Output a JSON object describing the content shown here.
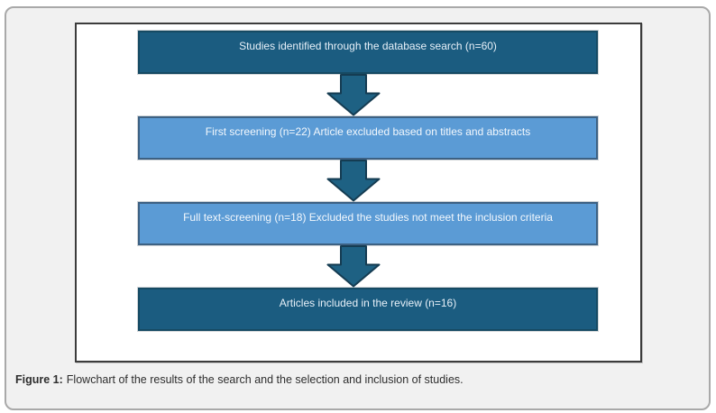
{
  "figure_caption": {
    "label": "Figure 1:",
    "text": "Flowchart of the results of the search and the selection and inclusion of studies."
  },
  "flowchart": {
    "nodes": [
      {
        "label": "Studies identified through the database search (n=60)",
        "variant": "dark"
      },
      {
        "label": "First screening (n=22) Article excluded based on titles and abstracts",
        "variant": "light"
      },
      {
        "label": "Full text-screening (n=18) Excluded the studies not meet the inclusion criteria",
        "variant": "light"
      },
      {
        "label": "Articles included in the review (n=16)",
        "variant": "dark"
      }
    ],
    "counts": {
      "identified": 60,
      "first_screening_excluded": 22,
      "full_text_excluded": 18,
      "included": 16
    },
    "arrow_icon": "block-down-arrow",
    "colors": {
      "dark_fill": "#1b5c80",
      "dark_border": "#164a63",
      "dark_text": "#e7f0f8",
      "light_fill": "#5b9bd5",
      "light_border": "#3d6183",
      "light_text": "#f3f8fd",
      "arrow_fill": "#1e6183",
      "arrow_border": "#153c52",
      "panel_border": "#3c3c3c",
      "card_border": "#a9a9a9",
      "card_bg": "#f1f1f1",
      "caption_color": "#2e2e2e"
    }
  }
}
